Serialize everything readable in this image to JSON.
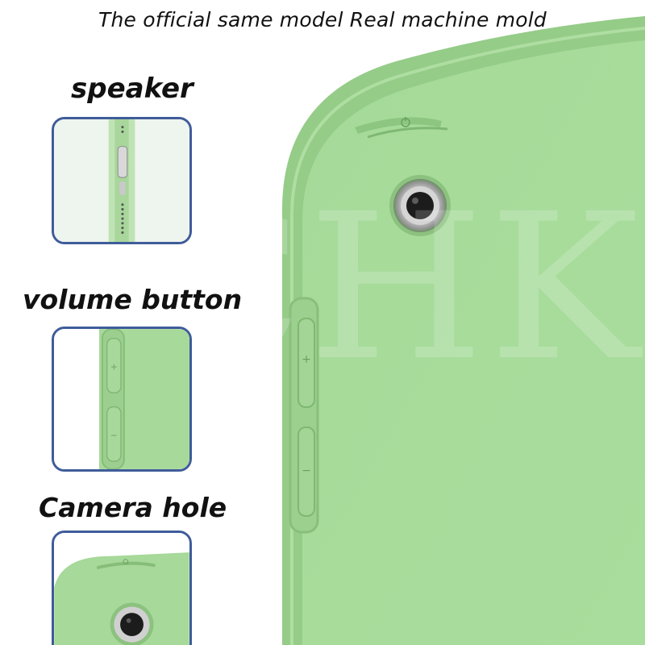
{
  "headline": "The official same model Real machine mold",
  "labels": {
    "speaker": "speaker",
    "volume": "volume button",
    "camera": "Camera hole"
  },
  "watermark": "CHK",
  "colors": {
    "case_green": "#a9dc9c",
    "case_shadow": "#8fc985",
    "inset_border": "#3f5c9a",
    "background": "#ffffff"
  },
  "icons": {
    "power": "power-icon",
    "volume_up": "plus-glyph",
    "volume_down": "minus-glyph"
  }
}
